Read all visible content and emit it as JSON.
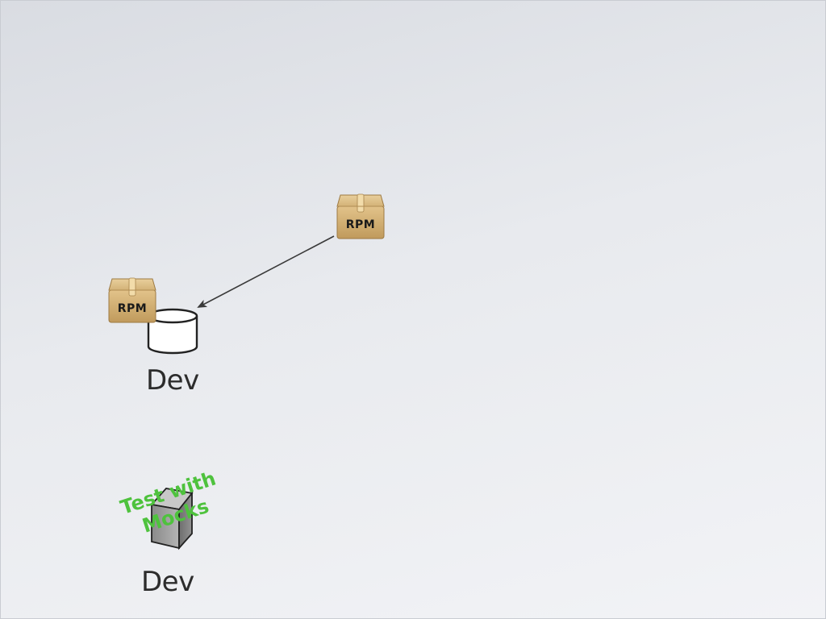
{
  "nodes": {
    "dev_top_label": "Dev",
    "dev_bottom_label": "Dev"
  },
  "packages": {
    "left_label": "RPM",
    "right_label": "RPM"
  },
  "stamp": {
    "line1": "Test with",
    "line2": "Mocks",
    "color": "#4ec23d"
  },
  "icons": [
    "rpm-package-icon",
    "database-cylinder-icon",
    "server-box-icon",
    "arrow-icon"
  ]
}
